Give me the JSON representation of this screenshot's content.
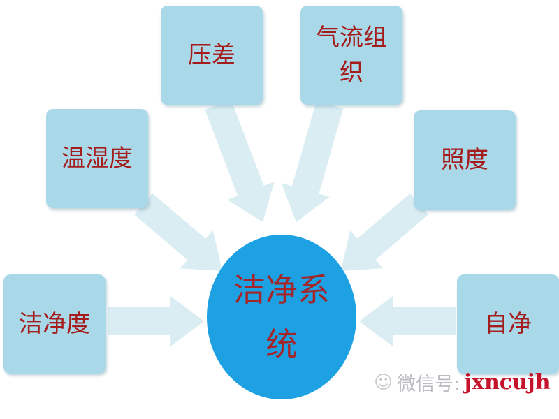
{
  "center": {
    "label": "洁净系统"
  },
  "factors": [
    {
      "id": "yacha",
      "label": "压差"
    },
    {
      "id": "qiliu",
      "label": "气流组织"
    },
    {
      "id": "wenshi",
      "label": "温湿度"
    },
    {
      "id": "zhaodu",
      "label": "照度"
    },
    {
      "id": "jiejing",
      "label": "洁净度"
    },
    {
      "id": "zijing",
      "label": "自净"
    }
  ],
  "watermark": {
    "label": "微信号:",
    "account": "jxncujh",
    "icon": "wechat-icon"
  },
  "colors": {
    "box": "#a9d9e8",
    "circle": "#1da1e3",
    "text": "#a51c1c",
    "arrow": "#d9edf3"
  }
}
